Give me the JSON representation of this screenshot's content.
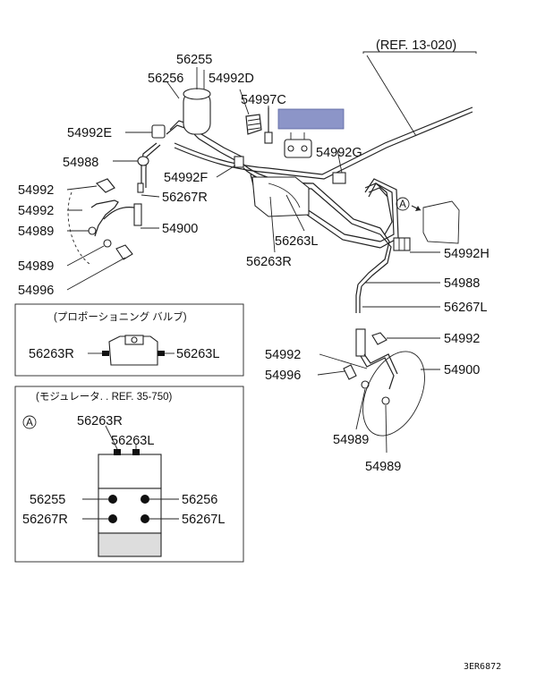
{
  "reference_top": "(REF. 13-020)",
  "callouts": {
    "p56255": "56255",
    "p56256": "56256",
    "p54992D": "54992D",
    "p54997C": "54997C",
    "p54992E": "54992E",
    "p54992G": "54992G",
    "p54988_top": "54988",
    "p54992F": "54992F",
    "p54992_a": "54992",
    "p56267R": "56267R",
    "p54992_b": "54992",
    "p54989_a": "54989",
    "p54900_a": "54900",
    "p54989_b": "54989",
    "p54996_a": "54996",
    "p56263L": "56263L",
    "p56263R": "56263R",
    "p54992H": "54992H",
    "p54988_b": "54988",
    "p56267L": "56267L",
    "p54992_c": "54992",
    "p54992_d": "54992",
    "p54996_b": "54996",
    "p54900_b": "54900",
    "p54989_c": "54989",
    "p54989_d": "54989"
  },
  "marker_a": "A",
  "proportioning_box": {
    "title": "(プロポーショニング バルブ)",
    "left_label": "56263R",
    "right_label": "56263L"
  },
  "modulator_box": {
    "title": "(モジュレータ. . REF. 35-750)",
    "marker": "A",
    "label_56263R": "56263R",
    "label_56263L": "56263L",
    "label_56255": "56255",
    "label_56256": "56256",
    "label_56267R": "56267R",
    "label_56267L": "56267L"
  },
  "figure_code": "3ER6872"
}
